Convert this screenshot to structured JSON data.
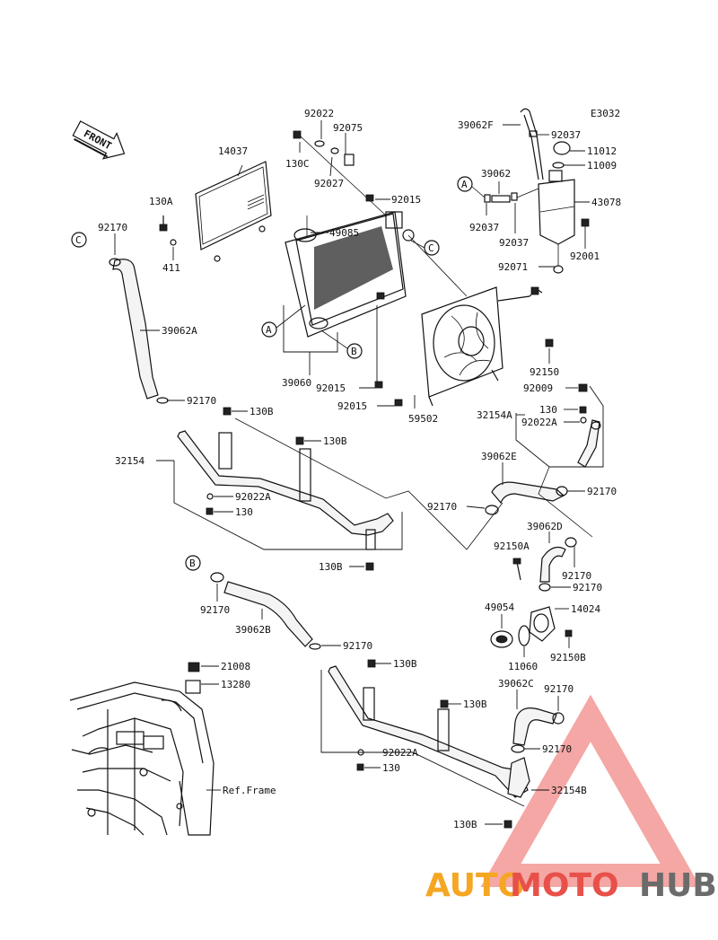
{
  "diagram_code": "E3032",
  "front_label": "FRONT",
  "ref_frame_label": "Ref.Frame",
  "callouts": {
    "a": "A",
    "b": "B",
    "c": "C"
  },
  "watermark": {
    "part1": "AUTO",
    "part2": "MOTO",
    "part3": "HUB",
    "colors": {
      "orange": "#f5a623",
      "red": "#e8504a",
      "gray": "#6b6b6b"
    }
  },
  "parts": {
    "p_14037": "14037",
    "p_130A": "130A",
    "p_411": "411",
    "p_92022": "92022",
    "p_92075": "92075",
    "p_130C": "130C",
    "p_92027": "92027",
    "p_92015_top": "92015",
    "p_49085": "49085",
    "p_92170_c": "92170",
    "p_39062A": "39062A",
    "p_39060": "39060",
    "p_92015_a": "92015",
    "p_92015_b": "92015",
    "p_59502": "59502",
    "p_39062F": "39062F",
    "p_92037_a": "92037",
    "p_11012": "11012",
    "p_11009": "11009",
    "p_39062": "39062",
    "p_43078": "43078",
    "p_92037_b": "92037",
    "p_92037_c": "92037",
    "p_92001": "92001",
    "p_92071": "92071",
    "p_92150": "92150",
    "p_92009": "92009",
    "p_32154A": "32154A",
    "p_130_a": "130",
    "p_92022A_a": "92022A",
    "p_92170_a": "92170",
    "p_130B_a": "130B",
    "p_130B_b": "130B",
    "p_32154": "32154",
    "p_92022A_b": "92022A",
    "p_130_b": "130",
    "p_130B_c": "130B",
    "p_39062E": "39062E",
    "p_92170_e1": "92170",
    "p_92170_e2": "92170",
    "p_39062D": "39062D",
    "p_92150A": "92150A",
    "p_92170_d1": "92170",
    "p_92170_d2": "92170",
    "p_49054": "49054",
    "p_14024": "14024",
    "p_11060": "11060",
    "p_92150B": "92150B",
    "p_92170_b": "92170",
    "p_39062B": "39062B",
    "p_92170_f": "92170",
    "p_130B_d": "130B",
    "p_21008": "21008",
    "p_13280": "13280",
    "p_39062C": "39062C",
    "p_92170_g1": "92170",
    "p_130B_e": "130B",
    "p_92170_g2": "92170",
    "p_92022A_c": "92022A",
    "p_130_c": "130",
    "p_32154B": "32154B",
    "p_130B_f": "130B"
  }
}
